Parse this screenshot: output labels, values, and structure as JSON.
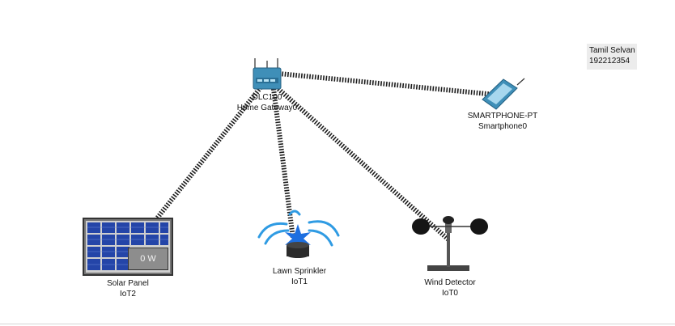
{
  "note": {
    "line1": "Tamil Selvan",
    "line2": "192212354"
  },
  "devices": {
    "gateway": {
      "model": "DLC100",
      "name": "Home Gateway0",
      "icon": "home-gateway-icon"
    },
    "smartphone": {
      "model": "SMARTPHONE-PT",
      "name": "Smartphone0",
      "icon": "smartphone-icon"
    },
    "solar": {
      "model": "Solar Panel",
      "name": "IoT2",
      "readout": "0 W",
      "icon": "solar-panel-icon"
    },
    "sprinkler": {
      "model": "Lawn Sprinkler",
      "name": "IoT1",
      "icon": "lawn-sprinkler-icon"
    },
    "wind": {
      "model": "Wind Detector",
      "name": "IoT0",
      "icon": "wind-detector-icon"
    }
  },
  "colors": {
    "link": "#1a1a1a",
    "device_blue": "#3b8fb8",
    "panel_blue": "#2445a8",
    "water": "#2f9be3"
  }
}
